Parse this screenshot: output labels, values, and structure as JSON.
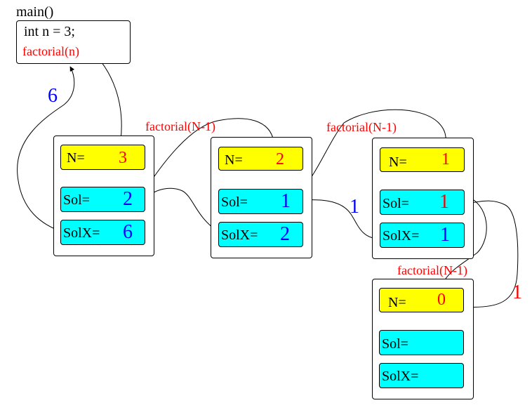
{
  "main": {
    "title": "main()",
    "code_line": "int n = 3;",
    "call": "factorial(n)"
  },
  "frames": [
    {
      "n_label": "N=",
      "n_value": "3",
      "sol_label": "Sol=",
      "sol_value": "2",
      "solx_label": "SolX=",
      "solx_value": "6"
    },
    {
      "n_label": "N=",
      "n_value": "2",
      "sol_label": "Sol=",
      "sol_value": "1",
      "solx_label": "SolX=",
      "solx_value": "2"
    },
    {
      "n_label": "N=",
      "n_value": "1",
      "sol_label": "Sol=",
      "sol_value": "1",
      "solx_label": "SolX=",
      "solx_value": "1"
    },
    {
      "n_label": "N=",
      "n_value": "0",
      "sol_label": "Sol=",
      "sol_value": "",
      "solx_label": "SolX=",
      "solx_value": ""
    }
  ],
  "call_labels": [
    "factorial(N-1)",
    "factorial(N-1)",
    "factorial(N-1)"
  ],
  "return_labels": [
    "6",
    "1",
    "1"
  ],
  "colors": {
    "yellow": "#ffff00",
    "cyan": "#00ffff",
    "red": "#ff0000",
    "blue": "#0000ff"
  }
}
